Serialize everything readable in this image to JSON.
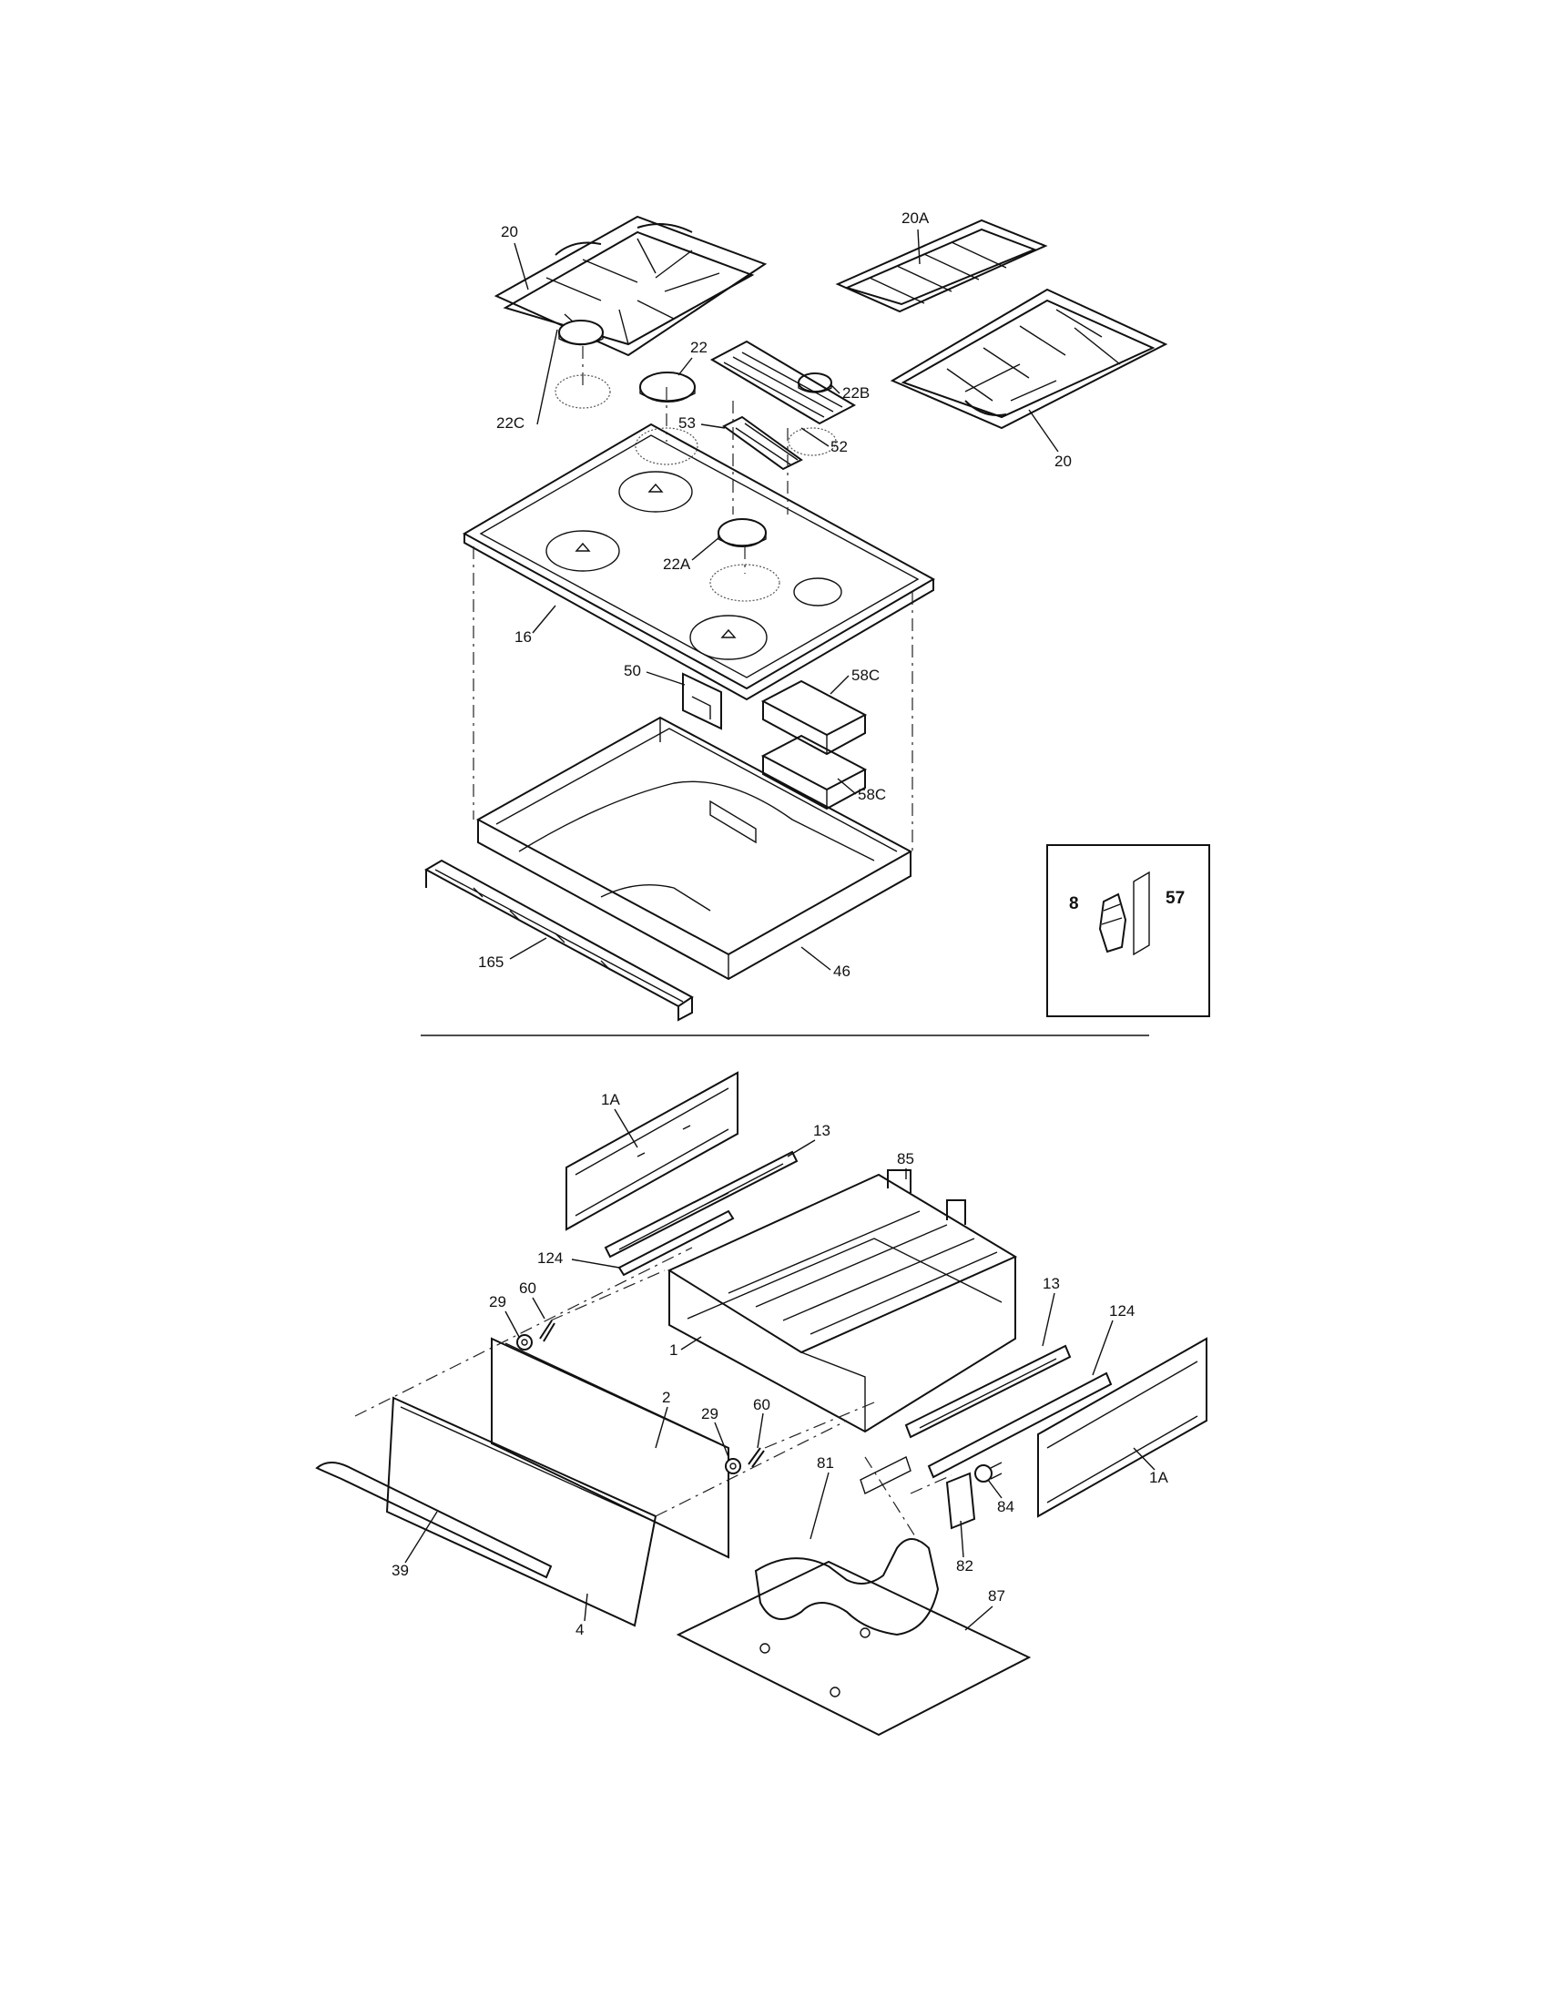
{
  "labels": {
    "grate_left": "20",
    "grate_right_bottom": "20",
    "grate_center": "20A",
    "cap_22": "22",
    "cap_22c": "22C",
    "cap_22b": "22B",
    "cap_22a": "22A",
    "vent_53": "53",
    "vent_52": "52",
    "cooktop_16": "16",
    "bracket_50": "50",
    "box_58c_top": "58C",
    "box_58c_bottom": "58C",
    "rail_165": "165",
    "chassis_46": "46",
    "inset_8": "8",
    "inset_57": "57",
    "side_1a_top": "1A",
    "slide_13_left": "13",
    "drawer_85": "85",
    "slide_124_left": "124",
    "nut_29_left": "29",
    "screw_60_left": "60",
    "drawer_1": "1",
    "slide_13_right": "13",
    "slide_124_right": "124",
    "panel_2": "2",
    "nut_29_right": "29",
    "screw_60_right": "60",
    "element_81": "81",
    "thermostat_84": "84",
    "side_1a_right": "1A",
    "bracket_82": "82",
    "handle_39": "39",
    "front_4": "4",
    "floor_87": "87"
  }
}
